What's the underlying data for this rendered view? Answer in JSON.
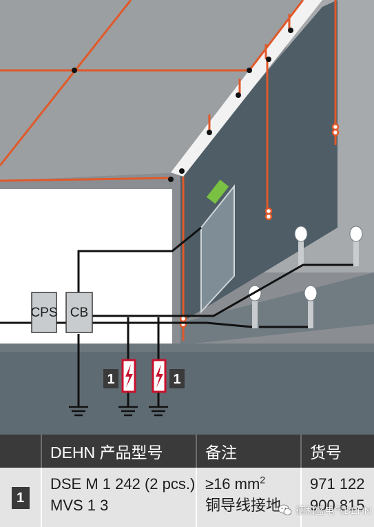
{
  "diagram": {
    "labels": {
      "cps": "CPS",
      "cb": "CB"
    },
    "badges": [
      "1",
      "1"
    ],
    "colors": {
      "ceiling": "#9c9fa1",
      "wall": "#4e5d66",
      "floor": "#5f6b72",
      "foreground": "#8a8e92",
      "lightning_conductor": "#e0592a",
      "cable": "#111111",
      "box": "#c8ccce",
      "arrester": "#c8102e",
      "indicator": "#7ac143"
    },
    "icons": [
      "surge-arrester-icon",
      "ground-symbol-icon",
      "lamp-icon",
      "status-indicator-icon"
    ]
  },
  "table": {
    "headers": [
      "",
      "DEHN 产品型号",
      "备注",
      "货号"
    ],
    "rows": [
      {
        "num": "1",
        "models": [
          "DSE M 1 242 (2 pcs.)",
          "MVS 1 3"
        ],
        "note_prefix": "≥16 mm",
        "note_sup": "2",
        "note_line2": "铜导线接地",
        "parts": [
          "971 122",
          "900 815"
        ]
      }
    ]
  },
  "watermark": {
    "text": "德和盛电气DEHN",
    "icon": "wechat-icon"
  }
}
